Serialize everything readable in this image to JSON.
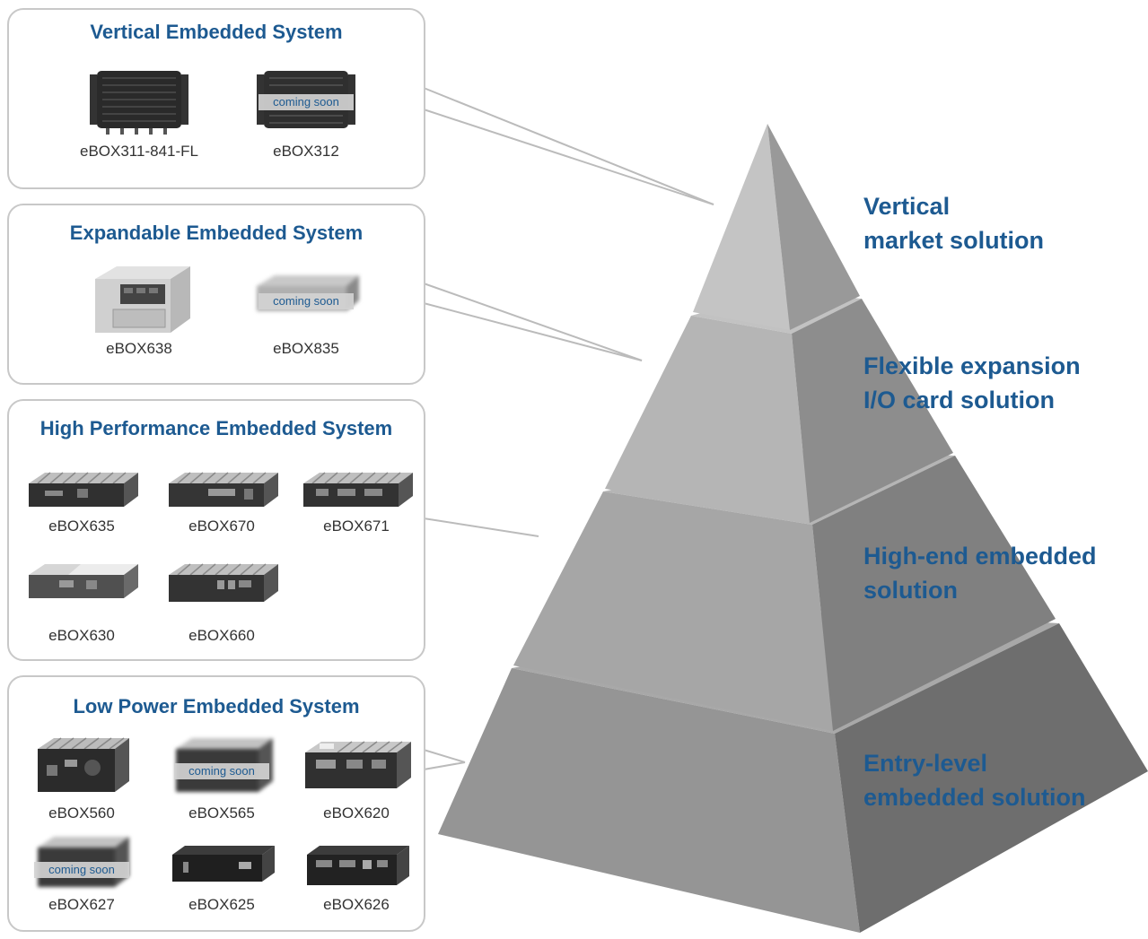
{
  "panels": {
    "vertical": {
      "title": "Vertical Embedded System",
      "products": [
        {
          "name": "eBOX311-841-FL",
          "badge": ""
        },
        {
          "name": "eBOX312",
          "badge": "coming soon"
        }
      ]
    },
    "expandable": {
      "title": "Expandable Embedded System",
      "products": [
        {
          "name": "eBOX638",
          "badge": ""
        },
        {
          "name": "eBOX835",
          "badge": "coming soon"
        }
      ]
    },
    "high_performance": {
      "title": "High Performance Embedded System",
      "products": [
        {
          "name": "eBOX635",
          "badge": ""
        },
        {
          "name": "eBOX670",
          "badge": ""
        },
        {
          "name": "eBOX671",
          "badge": ""
        },
        {
          "name": "eBOX630",
          "badge": ""
        },
        {
          "name": "eBOX660",
          "badge": ""
        }
      ]
    },
    "low_power": {
      "title": "Low Power Embedded System",
      "products": [
        {
          "name": "eBOX560",
          "badge": ""
        },
        {
          "name": "eBOX565",
          "badge": "coming soon"
        },
        {
          "name": "eBOX620",
          "badge": ""
        },
        {
          "name": "eBOX627",
          "badge": "coming soon"
        },
        {
          "name": "eBOX625",
          "badge": ""
        },
        {
          "name": "eBOX626",
          "badge": ""
        }
      ]
    }
  },
  "pyramid_tiers": {
    "top": {
      "line1": "Vertical",
      "line2": "market solution"
    },
    "second": {
      "line1": "Flexible expansion",
      "line2": "I/O card solution"
    },
    "third": {
      "line1": "High-end embedded",
      "line2": "solution"
    },
    "bottom": {
      "line1": "Entry-level",
      "line2": "embedded solution"
    }
  },
  "colors": {
    "title_blue": "#1d5a91",
    "panel_border": "#c8c8c8",
    "tier1_left": "#c4c4c4",
    "tier1_right": "#999999",
    "tier2_left": "#b5b5b5",
    "tier2_right": "#8d8d8d",
    "tier3_left": "#a6a6a6",
    "tier3_right": "#808080",
    "tier4_left": "#959595",
    "tier4_right": "#6e6e6e"
  }
}
